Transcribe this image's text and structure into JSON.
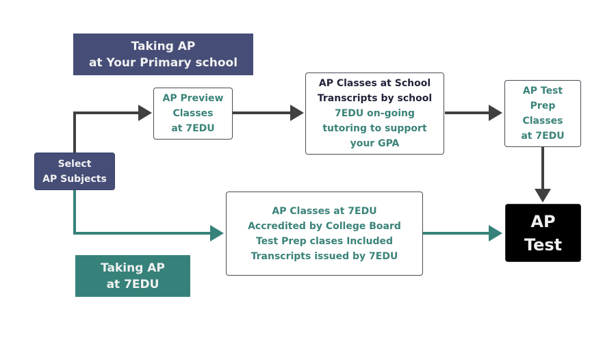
{
  "colors": {
    "navy": "#464d77",
    "teal": "#36827a",
    "dark_arrow": "#404040",
    "black_box": "#000000"
  },
  "labels": {
    "primary_school": [
      "Taking AP",
      "at Your Primary school"
    ],
    "at_7edu": [
      "Taking AP",
      "at 7EDU"
    ]
  },
  "nodes": {
    "select_subjects": [
      "Select",
      "AP Subjects"
    ],
    "preview_classes": [
      "AP Preview",
      "Classes",
      "at 7EDU"
    ],
    "school_classes": {
      "dark_lines": [
        "AP Classes at School",
        "Transcripts by school"
      ],
      "teal_lines": [
        "7EDU on-going",
        "tutoring to support",
        "your GPA"
      ]
    },
    "test_prep": [
      "AP Test",
      "Prep",
      "Classes",
      "at 7EDU"
    ],
    "edu_classes": [
      "AP Classes at 7EDU",
      "Accredited by College Board",
      "Test Prep clases Included",
      "Transcripts issued by 7EDU"
    ],
    "ap_test": [
      "AP",
      "Test"
    ]
  }
}
